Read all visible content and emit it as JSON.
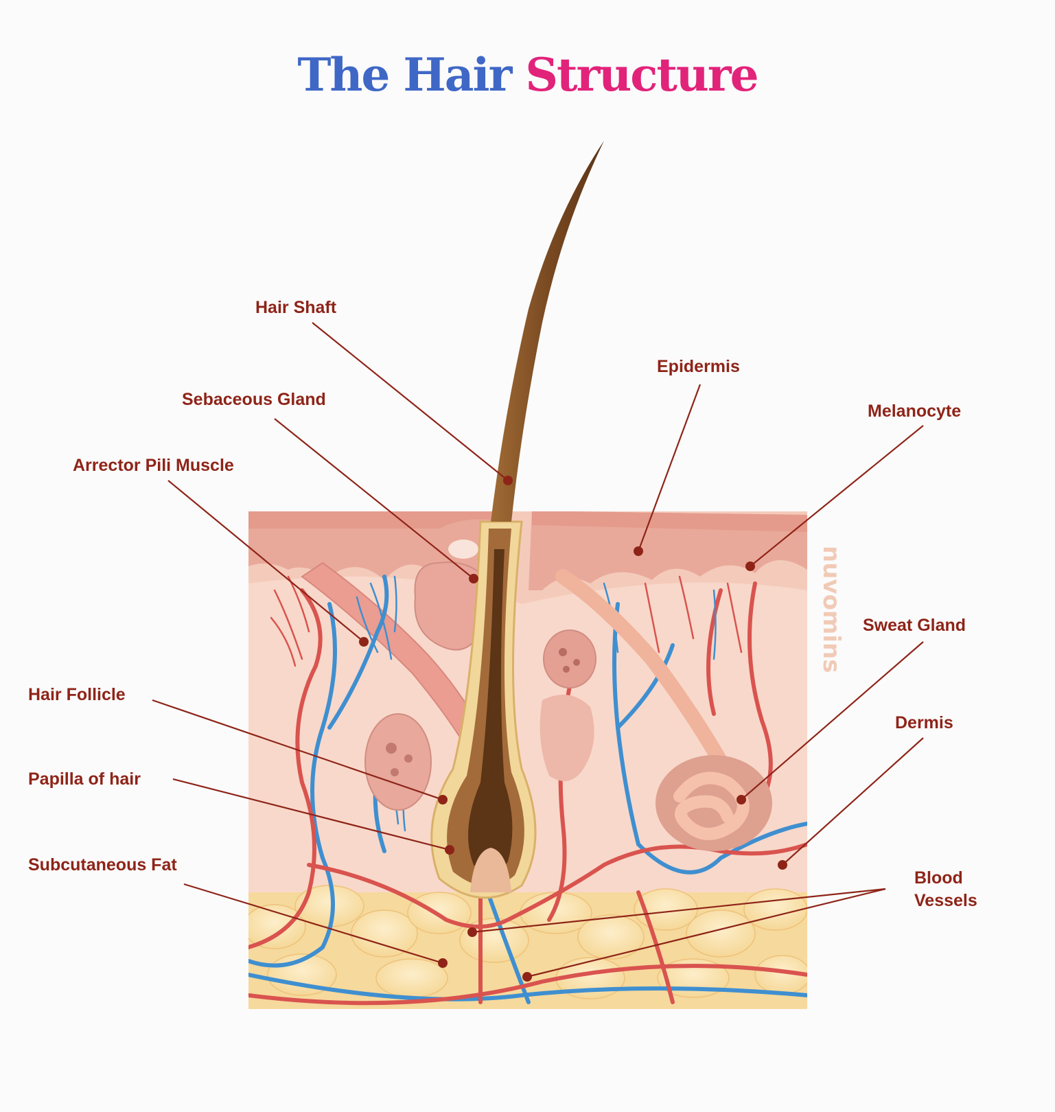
{
  "title": {
    "part1": "The Hair",
    "part2": "Structure"
  },
  "watermark": "nuvomins",
  "labels": {
    "hair_shaft": "Hair Shaft",
    "epidermis": "Epidermis",
    "sebaceous_gland": "Sebaceous Gland",
    "melanocyte": "Melanocyte",
    "arrector_pili": "Arrector Pili Muscle",
    "sweat_gland": "Sweat Gland",
    "hair_follicle": "Hair Follicle",
    "dermis": "Dermis",
    "papilla": "Papilla of hair",
    "subcutaneous_fat": "Subcutaneous Fat",
    "blood_vessels_1": "Blood",
    "blood_vessels_2": "Vessels"
  },
  "colors": {
    "title_blue": "#3f67c6",
    "title_pink": "#e2237a",
    "label": "#8e2418",
    "artery": "#d9534f",
    "vein": "#3f8fd0",
    "hair": "#8b5a2b",
    "skin": "#f2c6b4",
    "fat": "#f7dea0"
  }
}
